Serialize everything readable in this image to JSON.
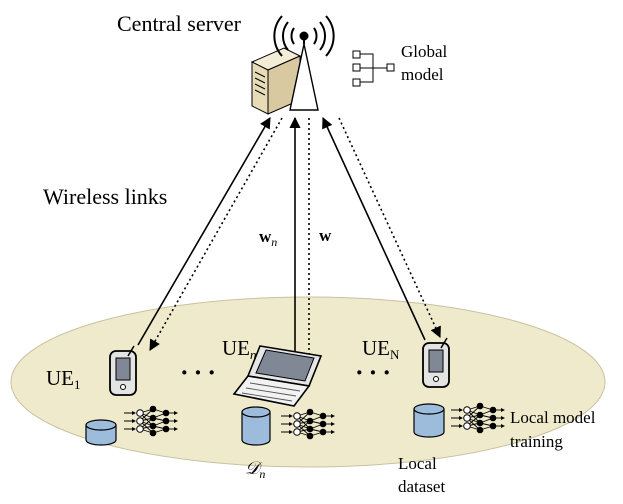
{
  "server": {
    "label": "Central server"
  },
  "global_model": {
    "line1": "Global",
    "line2": "model"
  },
  "links": {
    "label": "Wireless links"
  },
  "uplink": {
    "symbol": "w",
    "subscript": "n"
  },
  "downlink": {
    "symbol": "w"
  },
  "devices": {
    "first": {
      "base": "UE",
      "subscript": "1"
    },
    "middle": {
      "base": "UE",
      "subscript": "n"
    },
    "last": {
      "base": "UE",
      "subscript": "N"
    },
    "ellipsis": "···"
  },
  "dataset": {
    "symbol": "𝒟",
    "subscript": "n"
  },
  "local_training": {
    "line1": "Local model",
    "line2": "training"
  },
  "local_dataset": {
    "line1": "Local",
    "line2": "dataset"
  },
  "colors": {
    "ellipse_fill": "#efeacc",
    "ellipse_stroke": "#c8c2a0",
    "cylinder_fill": "#9dbcdc",
    "screen_fill": "#808a96"
  }
}
